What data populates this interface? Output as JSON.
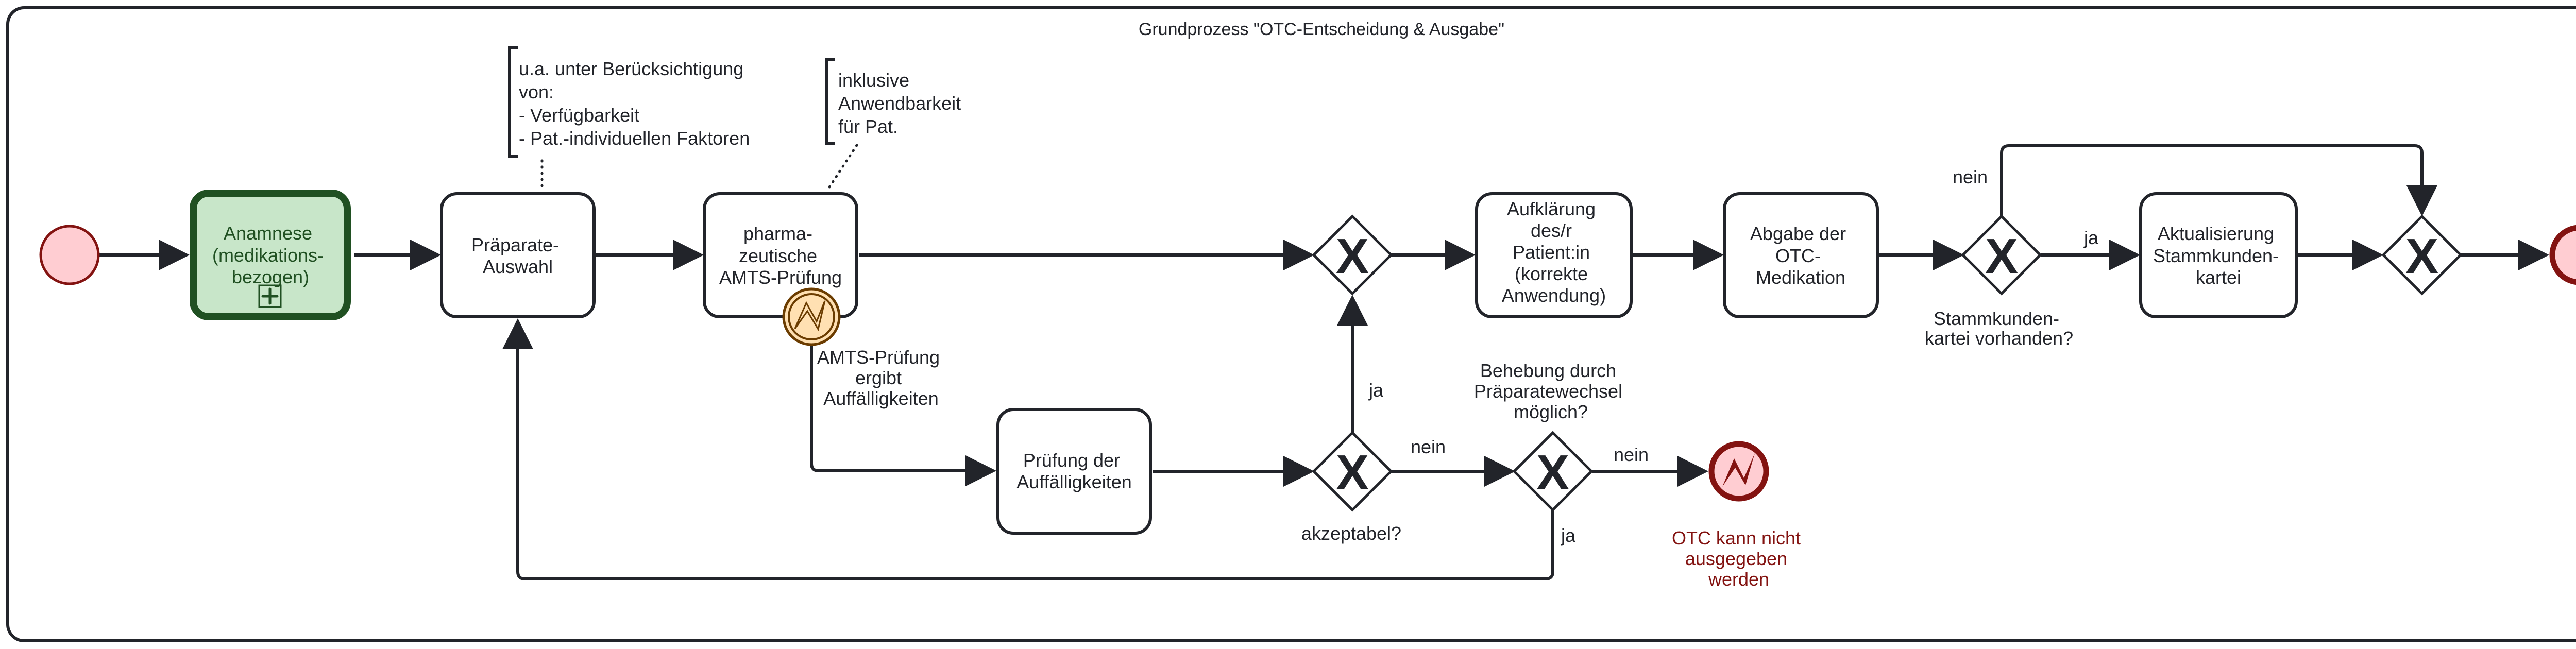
{
  "pool": {
    "title": "Grundprozess \"OTC-Entscheidung & Ausgabe\""
  },
  "colors": {
    "stroke": "#22242a",
    "subprocess_fill": "#c8e6c9",
    "subprocess_stroke": "#205022",
    "event_fill": "#ffcdd2",
    "event_stroke": "#831311",
    "boundary_fill": "#ffe0b2",
    "boundary_stroke": "#6b3c00"
  },
  "events": {
    "start": {
      "type": "start-event",
      "icon": "empty-circle"
    },
    "end": {
      "type": "end-event",
      "icon": "thick-circle"
    },
    "error_end": {
      "type": "error-end-event",
      "icon": "lightning-icon",
      "label": [
        "OTC kann nicht",
        "ausgegeben",
        "werden"
      ]
    },
    "boundary": {
      "type": "error-boundary-event",
      "icon": "lightning-icon",
      "label": [
        "AMTS-Prüfung",
        "ergibt",
        "Auffälligkeiten"
      ]
    }
  },
  "tasks": {
    "anamnese": {
      "lines": [
        "Anamnese",
        "(medikations-",
        "bezogen)"
      ],
      "marker": "collapsed-subprocess-plus"
    },
    "praeparate": {
      "lines": [
        "Präparate-",
        "Auswahl"
      ]
    },
    "amts": {
      "lines": [
        "pharma-",
        "zeutische",
        "AMTS-Prüfung"
      ]
    },
    "pruefung": {
      "lines": [
        "Prüfung der",
        "Auffälligkeiten"
      ]
    },
    "aufklaerung": {
      "lines": [
        "Aufklärung",
        "des/r",
        "Patient:in",
        "(korrekte",
        "Anwendung)"
      ]
    },
    "abgabe": {
      "lines": [
        "Abgabe der",
        "OTC-",
        "Medikation"
      ]
    },
    "aktualisierung": {
      "lines": [
        "Aktualisierung",
        "Stammkunden-",
        "kartei"
      ]
    }
  },
  "annotations": {
    "praeparate_note": {
      "lines": [
        "u.a. unter Berücksichtigung",
        "von:",
        "- Verfügbarkeit",
        "- Pat.-individuellen Faktoren"
      ]
    },
    "amts_note": {
      "lines": [
        "inklusive",
        "Anwendbarkeit",
        "für Pat."
      ]
    }
  },
  "gateways": {
    "merge1": {
      "symbol": "X"
    },
    "akzeptabel": {
      "symbol": "X",
      "label": [
        "akzeptabel?"
      ]
    },
    "behebung": {
      "symbol": "X",
      "label": [
        "Behebung durch",
        "Präparatewechsel",
        "möglich?"
      ]
    },
    "stammkunde": {
      "symbol": "X",
      "label": [
        "Stammkunden-",
        "kartei vorhanden?"
      ]
    },
    "merge2": {
      "symbol": "X"
    }
  },
  "flow_labels": {
    "akzeptabel_ja": "ja",
    "akzeptabel_nein": "nein",
    "behebung_nein": "nein",
    "behebung_ja": "ja",
    "stammkunde_nein": "nein",
    "stammkunde_ja": "ja"
  }
}
